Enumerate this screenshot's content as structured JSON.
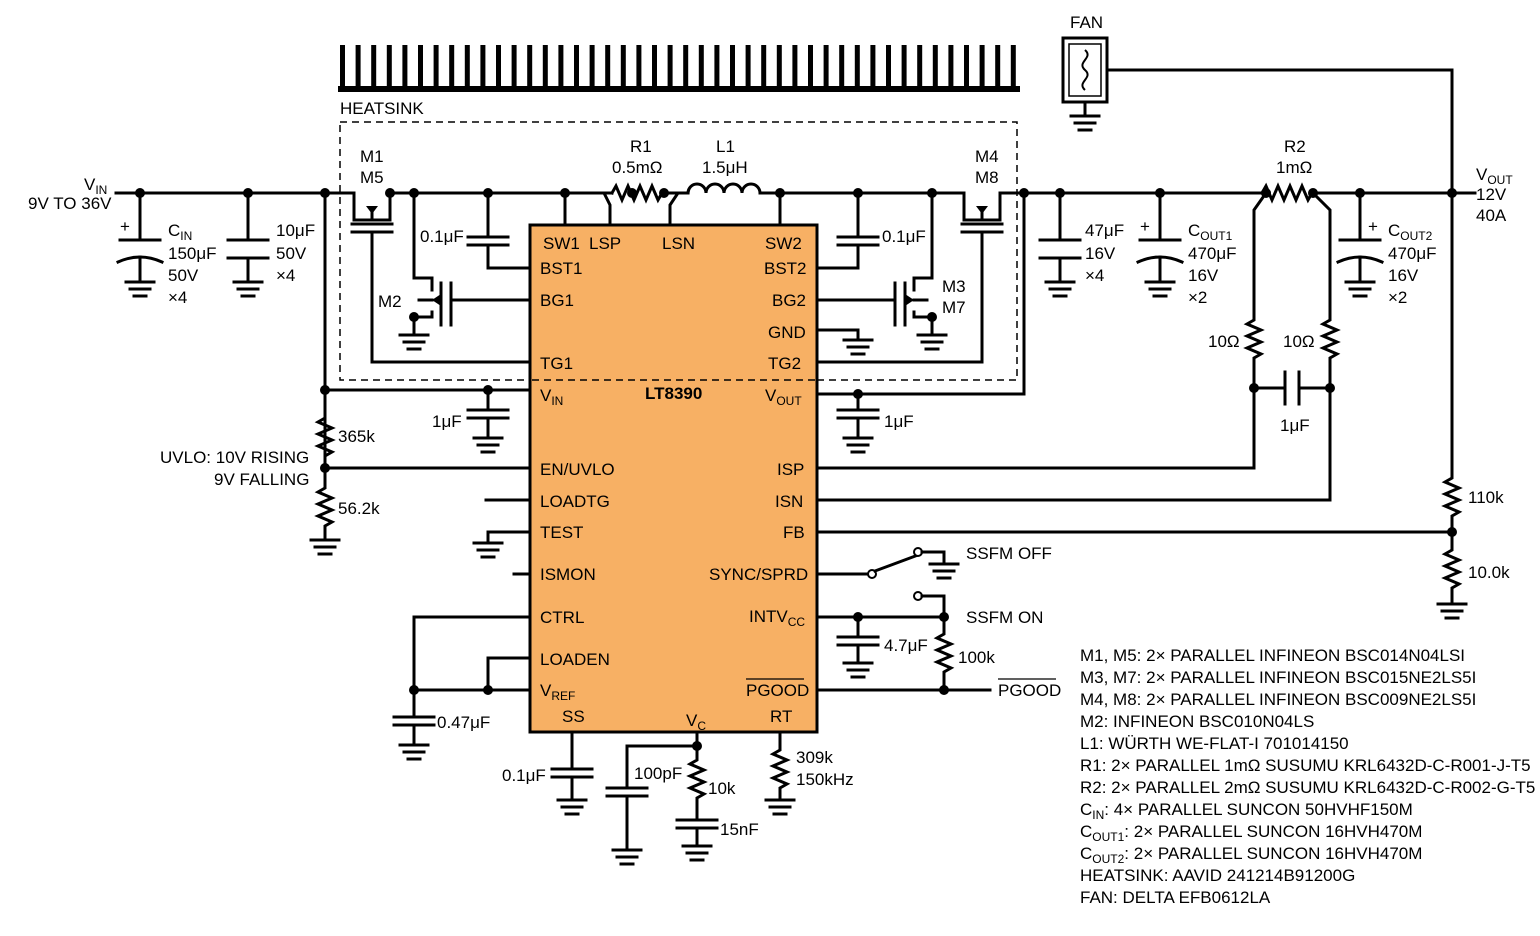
{
  "chip": {
    "name": "LT8390",
    "fill": "#f7b064",
    "pins_left": [
      "SW1",
      "LSP",
      "BST1",
      "BG1",
      "TG1",
      "V",
      "EN/UVLO",
      "LOADTG",
      "TEST",
      "ISMON",
      "CTRL",
      "LOADEN",
      "V",
      "SS"
    ],
    "pins_right": [
      "LSN",
      "SW2",
      "BST2",
      "BG2",
      "GND",
      "TG2",
      "V",
      "ISP",
      "ISN",
      "FB",
      "SYNC/SPRD",
      "INTV",
      "PGOOD",
      "RT"
    ],
    "vin_sub": "IN",
    "vref_sub": "REF",
    "vout_sub": "OUT",
    "intv_sub": "CC",
    "vc": "V",
    "vc_sub": "C"
  },
  "labels": {
    "heatsink": "HEATSINK",
    "fan": "FAN",
    "vin": "V",
    "vin_sub": "IN",
    "vin_range": "9V TO 36V",
    "vout": "V",
    "vout_sub": "OUT",
    "vout_v": "12V",
    "vout_i": "40A",
    "m1": "M1",
    "m5": "M5",
    "m4": "M4",
    "m8": "M8",
    "m2": "M2",
    "m3": "M3",
    "m7": "M7",
    "r1": "R1",
    "r1_val": "0.5mΩ",
    "l1": "L1",
    "l1_val": "1.5μH",
    "r2": "R2",
    "r2_val": "1mΩ",
    "cin": "C",
    "cin_sub": "IN",
    "cin_v1": "150μF",
    "cin_v2": "50V",
    "cin_v3": "×4",
    "c10": "10μF",
    "c10_v": "50V",
    "c10_n": "×4",
    "cbst1": "0.1μF",
    "cbst2": "0.1μF",
    "c47": "47μF",
    "c47_v": "16V",
    "c47_n": "×4",
    "cout1": "C",
    "cout1_sub": "OUT1",
    "cout1_v1": "470μF",
    "cout1_v2": "16V",
    "cout1_n": "×2",
    "cout2": "C",
    "cout2_sub": "OUT2",
    "cout2_v1": "470μF",
    "cout2_v2": "16V",
    "cout2_n": "×2",
    "r10a": "10Ω",
    "r10b": "10Ω",
    "c1u_isp": "1μF",
    "c1u_vin": "1μF",
    "c1u_vout": "1μF",
    "r365": "365k",
    "r562": "56.2k",
    "uvlo1": "UVLO: 10V RISING",
    "uvlo2": "9V FALLING",
    "r110": "110k",
    "r10k0": "10.0k",
    "ssfm_off": "SSFM OFF",
    "ssfm_on": "SSFM ON",
    "c47u": "4.7μF",
    "r100k": "100k",
    "pgood": "PGOOD",
    "c047": "0.47μF",
    "c01ss": "0.1μF",
    "c100p": "100pF",
    "r10kc": "10k",
    "c15n": "15nF",
    "rrt": "309k",
    "rrt_f": "150kHz"
  },
  "bom": [
    "M1, M5: 2× PARALLEL INFINEON BSC014N04LSI",
    "M3, M7: 2× PARALLEL INFINEON BSC015NE2LS5I",
    "M4, M8: 2× PARALLEL INFINEON BSC009NE2LS5I",
    "M2: INFINEON BSC010N04LS",
    "L1: WÜRTH WE-FLAT-I 701014150",
    "R1: 2× PARALLEL 1mΩ SUSUMU KRL6432D-C-R001-J-T5",
    "R2: 2× PARALLEL 2mΩ SUSUMU KRL6432D-C-R002-G-T5"
  ],
  "bom_c": [
    {
      "pre": "C",
      "sub": "IN",
      "post": ": 4× PARALLEL SUNCON 50HVHF150M"
    },
    {
      "pre": "C",
      "sub": "OUT1",
      "post": ": 2× PARALLEL SUNCON 16HVH470M"
    },
    {
      "pre": "C",
      "sub": "OUT2",
      "post": ": 2× PARALLEL SUNCON 16HVH470M"
    }
  ],
  "bom_tail": [
    "HEATSINK: AAVID 241214B91200G",
    "FAN: DELTA EFB0612LA"
  ]
}
